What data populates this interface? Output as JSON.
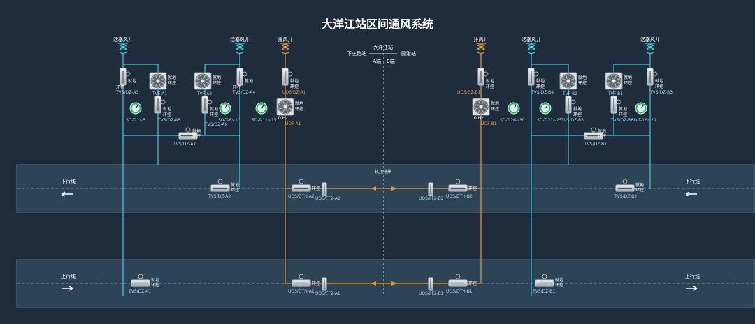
{
  "title": "大洋江站区间通风系统",
  "center": {
    "station": "大洋江站",
    "left_station": "下庄路站",
    "right_station": "圆港站",
    "end_a": "A端",
    "end_b": "B端"
  },
  "shafts": [
    {
      "label": "活塞风井",
      "color": "#3ec9d9"
    },
    {
      "label": "活塞风井",
      "color": "#3ec9d9"
    },
    {
      "label": "排风井",
      "color": "#e0963a"
    },
    {
      "label": "排风井",
      "color": "#e0963a"
    },
    {
      "label": "活塞风井",
      "color": "#3ec9d9"
    },
    {
      "label": "活塞风井",
      "color": "#3ec9d9"
    }
  ],
  "status": {
    "local": "就地",
    "remote": "环控"
  },
  "fans": [
    {
      "label": "TVF-A1"
    },
    {
      "label": "TVF-A2"
    },
    {
      "label": "UOF-A1"
    },
    {
      "label": "UOF-B1"
    },
    {
      "label": "TVF-B2"
    },
    {
      "label": "TVF-B1"
    }
  ],
  "fan_extra": {
    "uof_a1": "0 Hz",
    "uof_b1": "0 Hz"
  },
  "dampers": [
    {
      "label": "TVS/DZ-A3"
    },
    {
      "label": "TVS/DZ-A5"
    },
    {
      "label": "TVS/DZ-A4"
    },
    {
      "label": "TVS/DZ-A6"
    },
    {
      "label": "TVS/DZ-A7"
    },
    {
      "label": "UOS/DZ-A1"
    },
    {
      "label": "UOS/DZ-B1"
    },
    {
      "label": "TVS/DZ-B4"
    },
    {
      "label": "TVS/DZ-B5"
    },
    {
      "label": "TVS/DZ-B6"
    },
    {
      "label": "TVS/DZ-B3"
    },
    {
      "label": "TVS/DZ-B7"
    },
    {
      "label": "TVS/DZ-A2"
    },
    {
      "label": "UOS/DTH-A2"
    },
    {
      "label": "UOS/DTH-B2"
    },
    {
      "label": "TVS/DZ-B2"
    },
    {
      "label": "TVS/DZ-A1"
    },
    {
      "label": "UOS/DTH-A1"
    },
    {
      "label": "UOS/DTH-B1"
    },
    {
      "label": "TVS/DZ-B1"
    }
  ],
  "fire_dampers": [
    {
      "label": "UOS/FF2-A2"
    },
    {
      "label": "UOS/FF2-B2"
    },
    {
      "label": "UOS/FF2-A1"
    },
    {
      "label": "UOS/FF2-B1"
    }
  ],
  "gauges": [
    {
      "label": "SD-T-1~5"
    },
    {
      "label": "SD-T-6~10"
    },
    {
      "label": "SD-T-11~15"
    },
    {
      "label": "SD-T-26~30"
    },
    {
      "label": "SD-T-21~25"
    },
    {
      "label": "SD-T-16~20"
    }
  ],
  "tracks": {
    "down_label": "下行线",
    "up_label": "上行线",
    "trackside_label": "轨顶排热"
  }
}
